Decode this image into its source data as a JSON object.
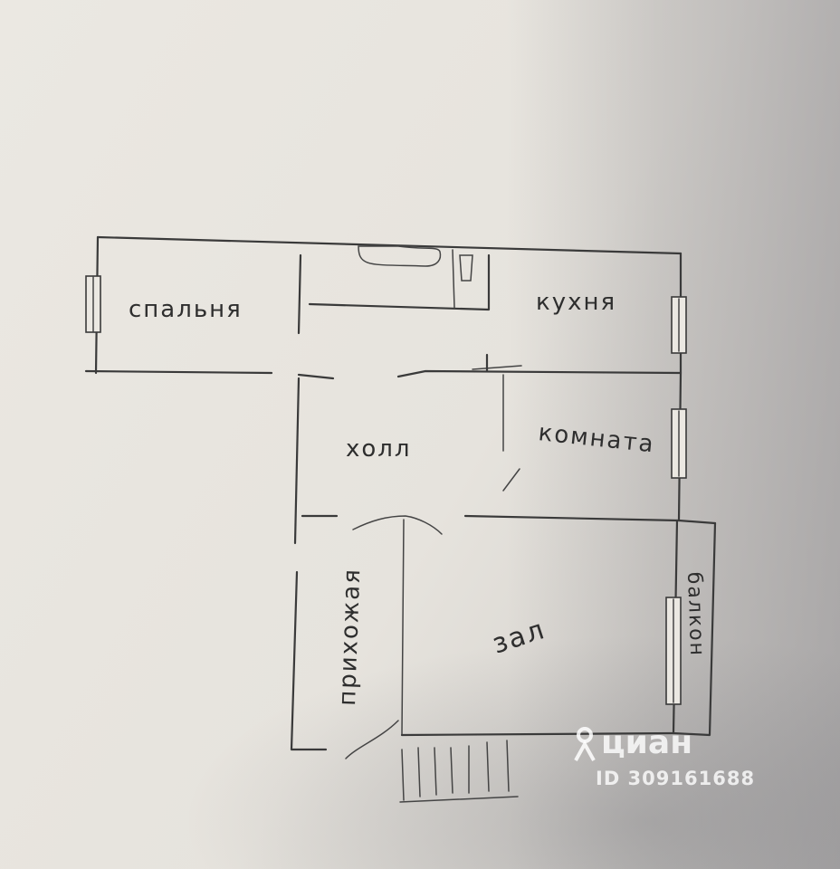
{
  "rooms": {
    "bedroom": "спальня",
    "kitchen": "кухня",
    "hall": "холл",
    "room": "комната",
    "hallway": "прихожая",
    "living_room": "зал",
    "balcony": "балкон"
  },
  "watermark": {
    "brand": "циан",
    "id": "ID 309161688"
  },
  "colors": {
    "paper": "#e8e5df",
    "ink": "#3a3a3a"
  }
}
